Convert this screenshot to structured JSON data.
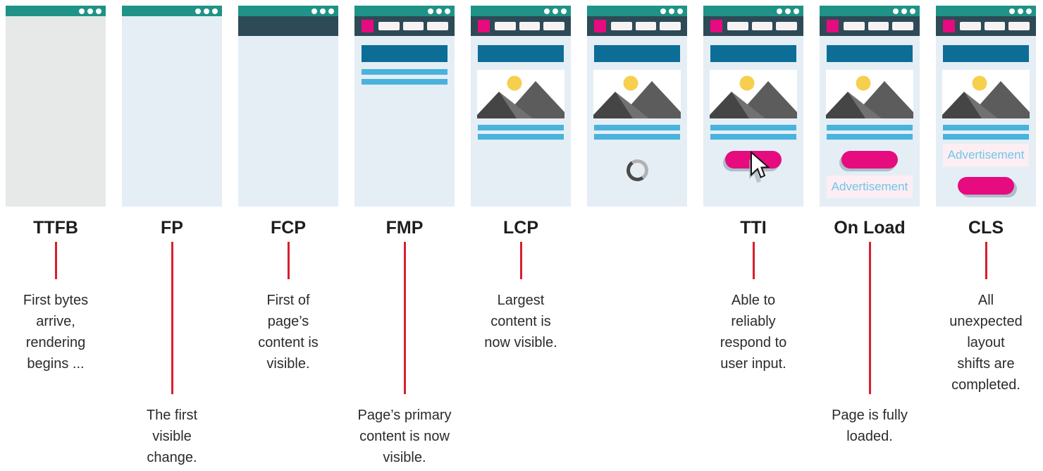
{
  "ad_label": "Advertisement",
  "colors": {
    "titlebar_teal": "#1f9387",
    "navbar_dark": "#2d4a56",
    "brand_magenta": "#e60b7e",
    "heading_blue": "#0c6d97",
    "text_line_blue": "#49b2dd",
    "body_gray": "#e7e9e9",
    "body_blue": "#e5eef5",
    "sun_yellow": "#f6cf4e",
    "mountain_dark": "#454545",
    "mountain_gray": "#5c5c5c",
    "ad_background": "#fdeef4",
    "ad_text_blue": "#6ec6e8",
    "timeline_red": "#d7202c"
  },
  "icons": {
    "window_controls": "three-dots",
    "loading": "spinner-ring",
    "pointer": "mouse-cursor-arrow",
    "hero_image": "sun-and-mountains"
  },
  "columns": [
    {
      "label": "TTFB",
      "line": "short",
      "desc": "First bytes\narrive,\nrendering\nbegins ...",
      "mockup_state": "empty-gray-page"
    },
    {
      "label": "FP",
      "line": "long",
      "desc": "The first\nvisible\nchange.",
      "mockup_state": "background-painted"
    },
    {
      "label": "FCP",
      "line": "short",
      "desc": "First of\npage’s\ncontent is\nvisible.",
      "mockup_state": "navbar-rendered"
    },
    {
      "label": "FMP",
      "line": "long",
      "desc": "Page’s primary\ncontent is now\nvisible.",
      "mockup_state": "heading-and-text-visible"
    },
    {
      "label": "LCP",
      "line": "short",
      "desc": "Largest\ncontent is\nnow visible.",
      "mockup_state": "hero-image-visible"
    },
    {
      "label": "",
      "line": "none",
      "desc": "",
      "mockup_state": "still-loading-spinner"
    },
    {
      "label": "TTI",
      "line": "short",
      "desc": "Able to\nreliably\nrespond to\nuser input.",
      "mockup_state": "interactive-button-with-cursor"
    },
    {
      "label": "On Load",
      "line": "long",
      "desc": "Page is fully\nloaded.",
      "mockup_state": "fully-loaded-with-ad"
    },
    {
      "label": "CLS",
      "line": "short",
      "desc": "All\nunexpected\nlayout\nshifts are\ncompleted.",
      "mockup_state": "ad-shifted-layout"
    }
  ]
}
